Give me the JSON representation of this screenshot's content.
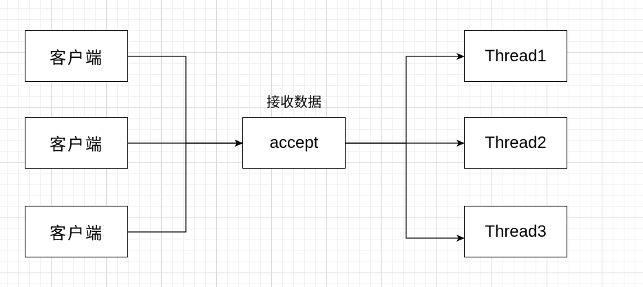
{
  "diagram": {
    "clients": [
      {
        "label": "客户端"
      },
      {
        "label": "客户端"
      },
      {
        "label": "客户端"
      }
    ],
    "accept": {
      "label": "accept",
      "incoming_label": "接收数据"
    },
    "threads": [
      {
        "label": "Thread1"
      },
      {
        "label": "Thread2"
      },
      {
        "label": "Thread3"
      }
    ]
  },
  "colors": {
    "stroke": "#000000",
    "node_fill": "#ffffff",
    "grid_major": "#d9d9d9",
    "grid_minor": "#f0f0f0"
  }
}
